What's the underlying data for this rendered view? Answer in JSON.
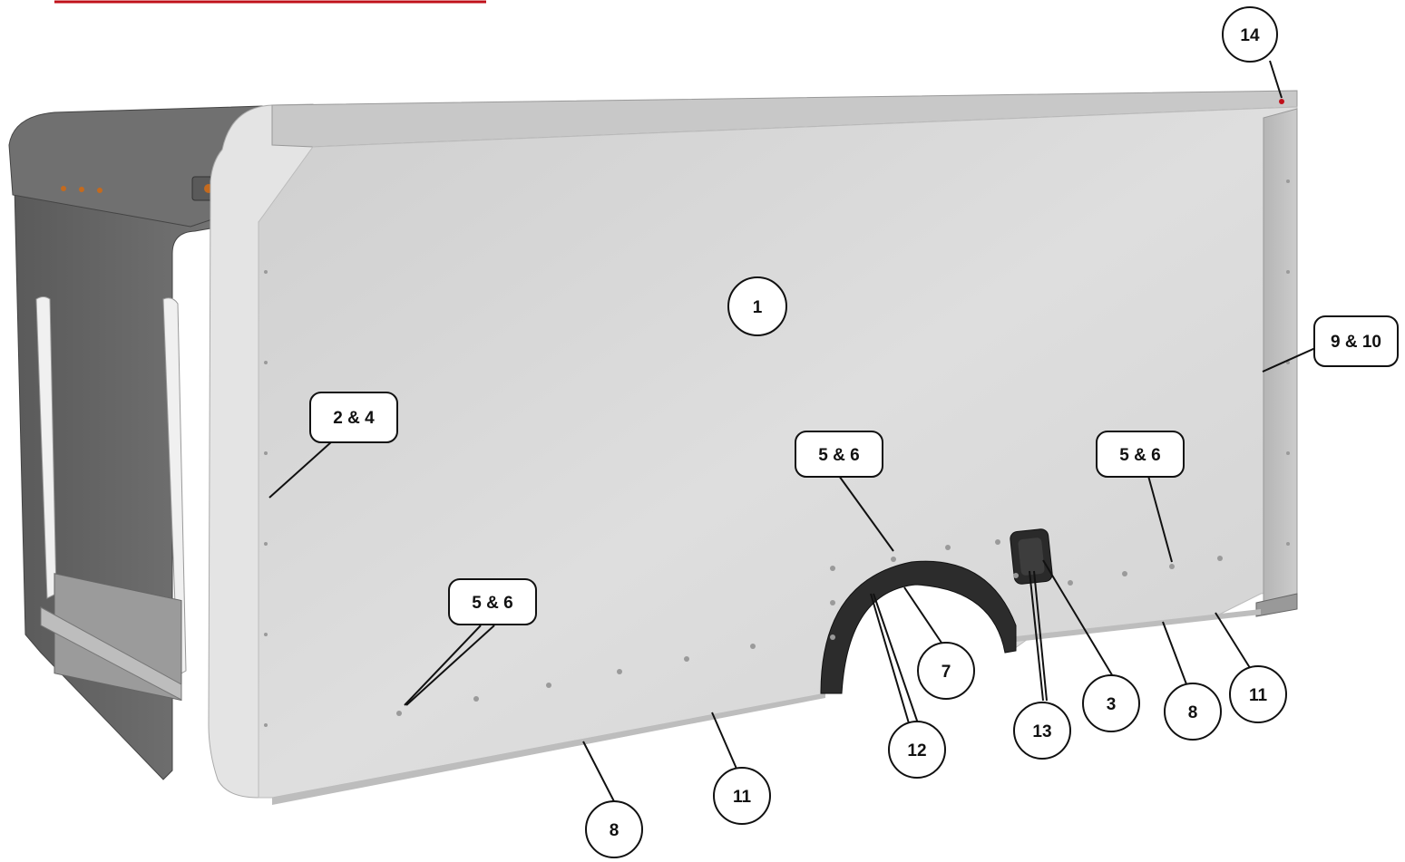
{
  "callouts": [
    {
      "id": "c1",
      "label": "1"
    },
    {
      "id": "c2",
      "label": "2 & 4"
    },
    {
      "id": "c3",
      "label": "3"
    },
    {
      "id": "c5a",
      "label": "5 & 6"
    },
    {
      "id": "c5b",
      "label": "5 & 6"
    },
    {
      "id": "c5c",
      "label": "5 & 6"
    },
    {
      "id": "c7",
      "label": "7"
    },
    {
      "id": "c8a",
      "label": "8"
    },
    {
      "id": "c8b",
      "label": "8"
    },
    {
      "id": "c9",
      "label": "9 & 10"
    },
    {
      "id": "c11a",
      "label": "11"
    },
    {
      "id": "c11b",
      "label": "11"
    },
    {
      "id": "c12",
      "label": "12"
    },
    {
      "id": "c13",
      "label": "13"
    },
    {
      "id": "c14",
      "label": "14"
    }
  ],
  "colors": {
    "header_rule": "#c0101a",
    "panel": "#dcdcdc",
    "cab_dark": "#6a6a6a",
    "outline": "#111111"
  }
}
